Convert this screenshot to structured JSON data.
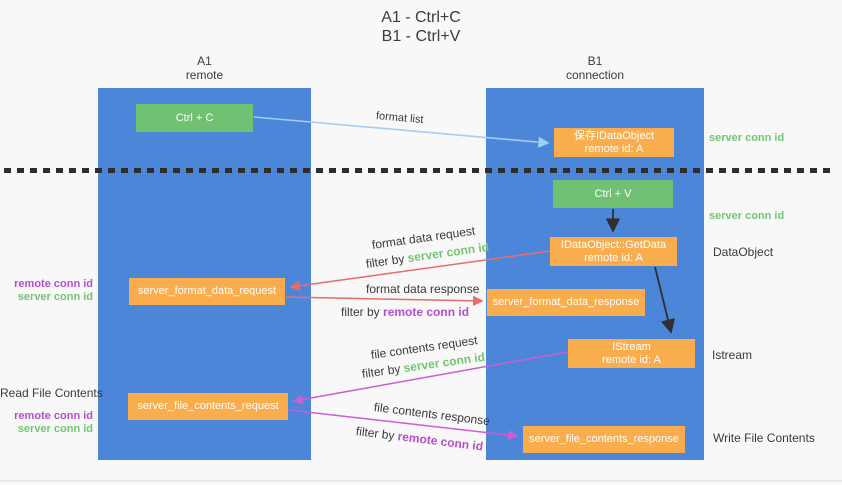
{
  "title": {
    "line1": "A1 - Ctrl+C",
    "line2": "B1 - Ctrl+V"
  },
  "lanes": {
    "left": {
      "name": "A1",
      "subtitle": "remote"
    },
    "right": {
      "name": "B1",
      "subtitle": "connection"
    }
  },
  "boxes": {
    "ctrl_c": {
      "label": "Ctrl + C"
    },
    "save_idataobject": {
      "line1": "保存IDataObject",
      "line2": "remote id: A"
    },
    "ctrl_v": {
      "label": "Ctrl + V"
    },
    "getdata": {
      "line1": "IDataObject::GetData",
      "line2": "remote id: A"
    },
    "format_request": {
      "label": "server_format_data_request"
    },
    "format_response": {
      "label": "server_format_data_response"
    },
    "istream": {
      "line1": "IStream",
      "line2": "remote id: A"
    },
    "file_request": {
      "label": "server_file_contents_request"
    },
    "file_response": {
      "label": "server_file_contents_response"
    }
  },
  "labels": {
    "format_list": "format list",
    "format_data_request": "format data request",
    "format_data_response": "format data response",
    "file_contents_request": "file contents request",
    "file_contents_response": "file contents response",
    "filter_by": "filter by",
    "server_conn_id": "server conn id",
    "remote_conn_id": "remote conn id",
    "dataobject": "DataObject",
    "istream": "Istream",
    "read_file_contents": "Read File Contents",
    "write_file_contents": "Write File Contents"
  },
  "colors": {
    "lane_blue": "#4c86d9",
    "box_green": "#71c174",
    "box_orange": "#f9ad4d",
    "text_green": "#74c474",
    "text_purple": "#b44fd1",
    "arrow_red": "#e76c6c",
    "arrow_magenta": "#c95fd0",
    "arrow_light_blue": "#a3cdf1",
    "arrow_black": "#2f2f2f"
  }
}
